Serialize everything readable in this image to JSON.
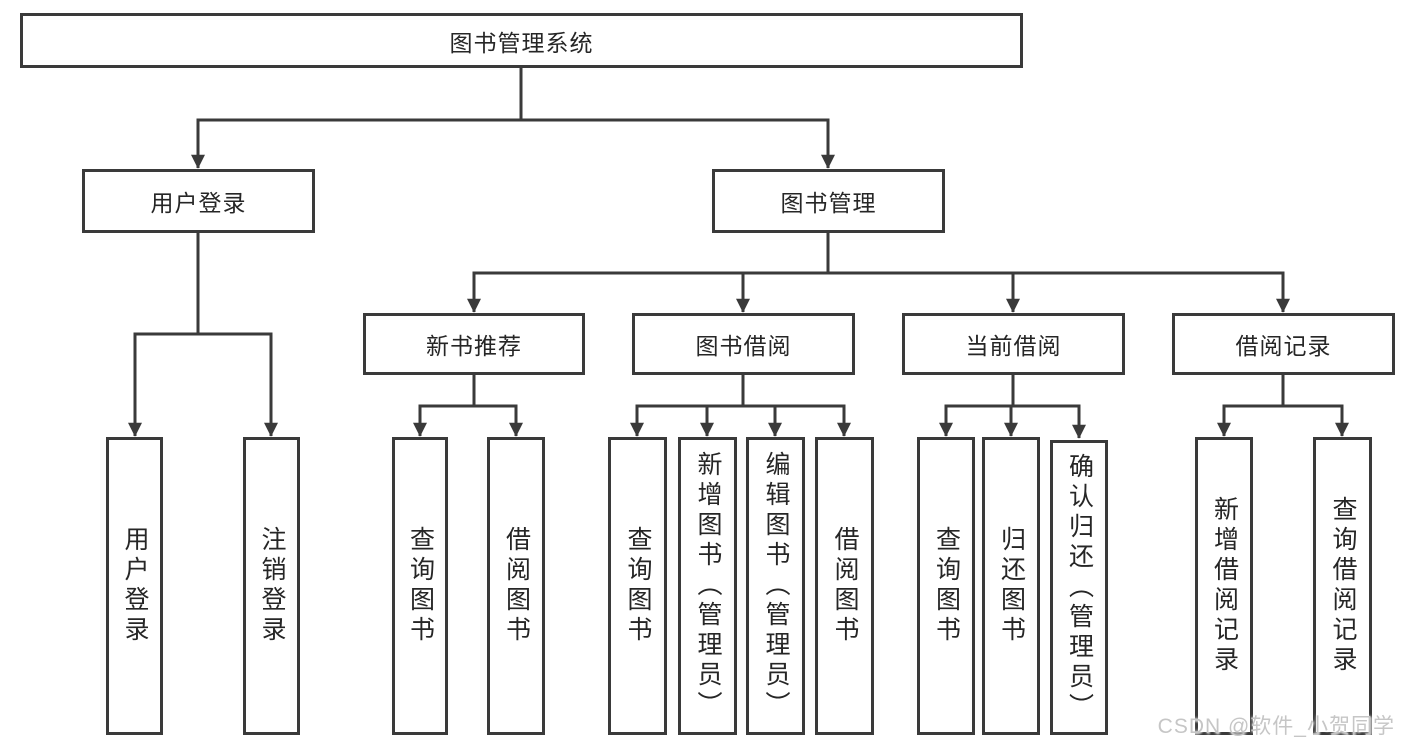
{
  "colors": {
    "line": "#3a3a3a",
    "node_border": "#3a3a3a",
    "node_background": "#ffffff",
    "text": "#262626",
    "watermark_text": "#c6c6c6",
    "background": "#ffffff"
  },
  "watermark": {
    "text": "CSDN @软件_小贺同学"
  },
  "diagram": {
    "root": {
      "label": "图书管理系统"
    },
    "branches": [
      {
        "label": "用户登录",
        "children": [
          {
            "label": "用户登录"
          },
          {
            "label": "注销登录"
          }
        ]
      },
      {
        "label": "图书管理",
        "children": [
          {
            "label": "新书推荐",
            "children": [
              {
                "label": "查询图书"
              },
              {
                "label": "借阅图书"
              }
            ]
          },
          {
            "label": "图书借阅",
            "children": [
              {
                "label": "查询图书"
              },
              {
                "label": "新增图书（管理员）"
              },
              {
                "label": "编辑图书（管理员）"
              },
              {
                "label": "借阅图书"
              }
            ]
          },
          {
            "label": "当前借阅",
            "children": [
              {
                "label": "查询图书"
              },
              {
                "label": "归还图书"
              },
              {
                "label": "确认归还（管理员）"
              }
            ]
          },
          {
            "label": "借阅记录",
            "children": [
              {
                "label": "新增借阅记录"
              },
              {
                "label": "查询借阅记录"
              }
            ]
          }
        ]
      }
    ]
  }
}
